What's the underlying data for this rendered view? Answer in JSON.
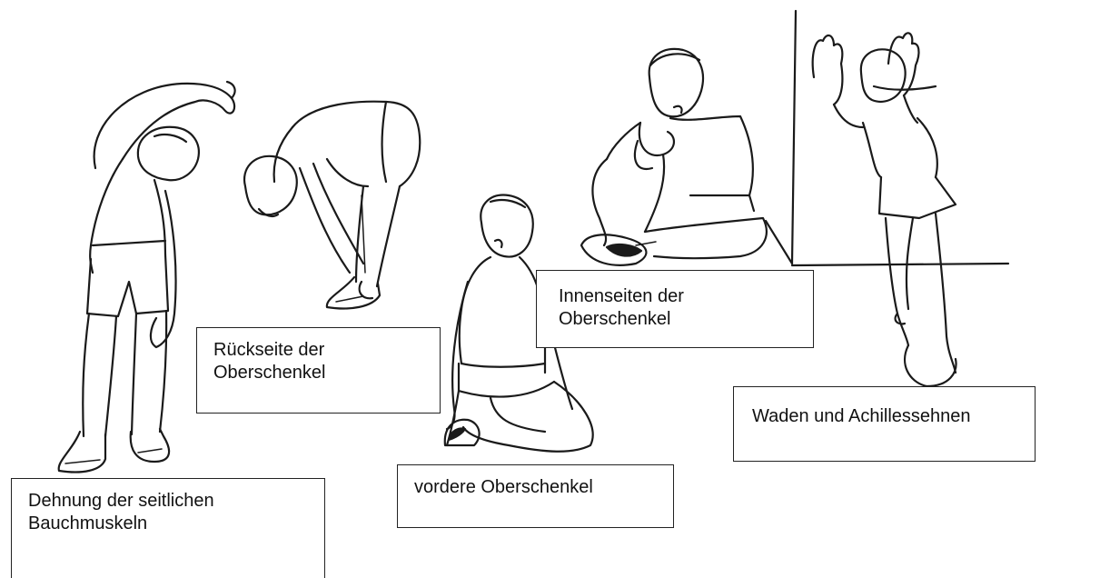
{
  "figure": {
    "illustrations": [
      {
        "icon": "side-stretch-figure-icon"
      },
      {
        "icon": "forward-bend-figure-icon"
      },
      {
        "icon": "kneeling-figure-icon"
      },
      {
        "icon": "seated-butterfly-figure-icon"
      },
      {
        "icon": "wall-calf-stretch-figure-icon"
      }
    ],
    "captions": [
      {
        "lines": [
          "Dehnung der seitlichen",
          "Bauchmuskeln"
        ]
      },
      {
        "lines": [
          "Rückseite der",
          "Oberschenkel"
        ]
      },
      {
        "lines": [
          "vordere Oberschenkel"
        ]
      },
      {
        "lines": [
          "Innenseiten der",
          "Oberschenkel"
        ]
      },
      {
        "lines": [
          "Waden und Achillessehnen"
        ]
      }
    ]
  }
}
